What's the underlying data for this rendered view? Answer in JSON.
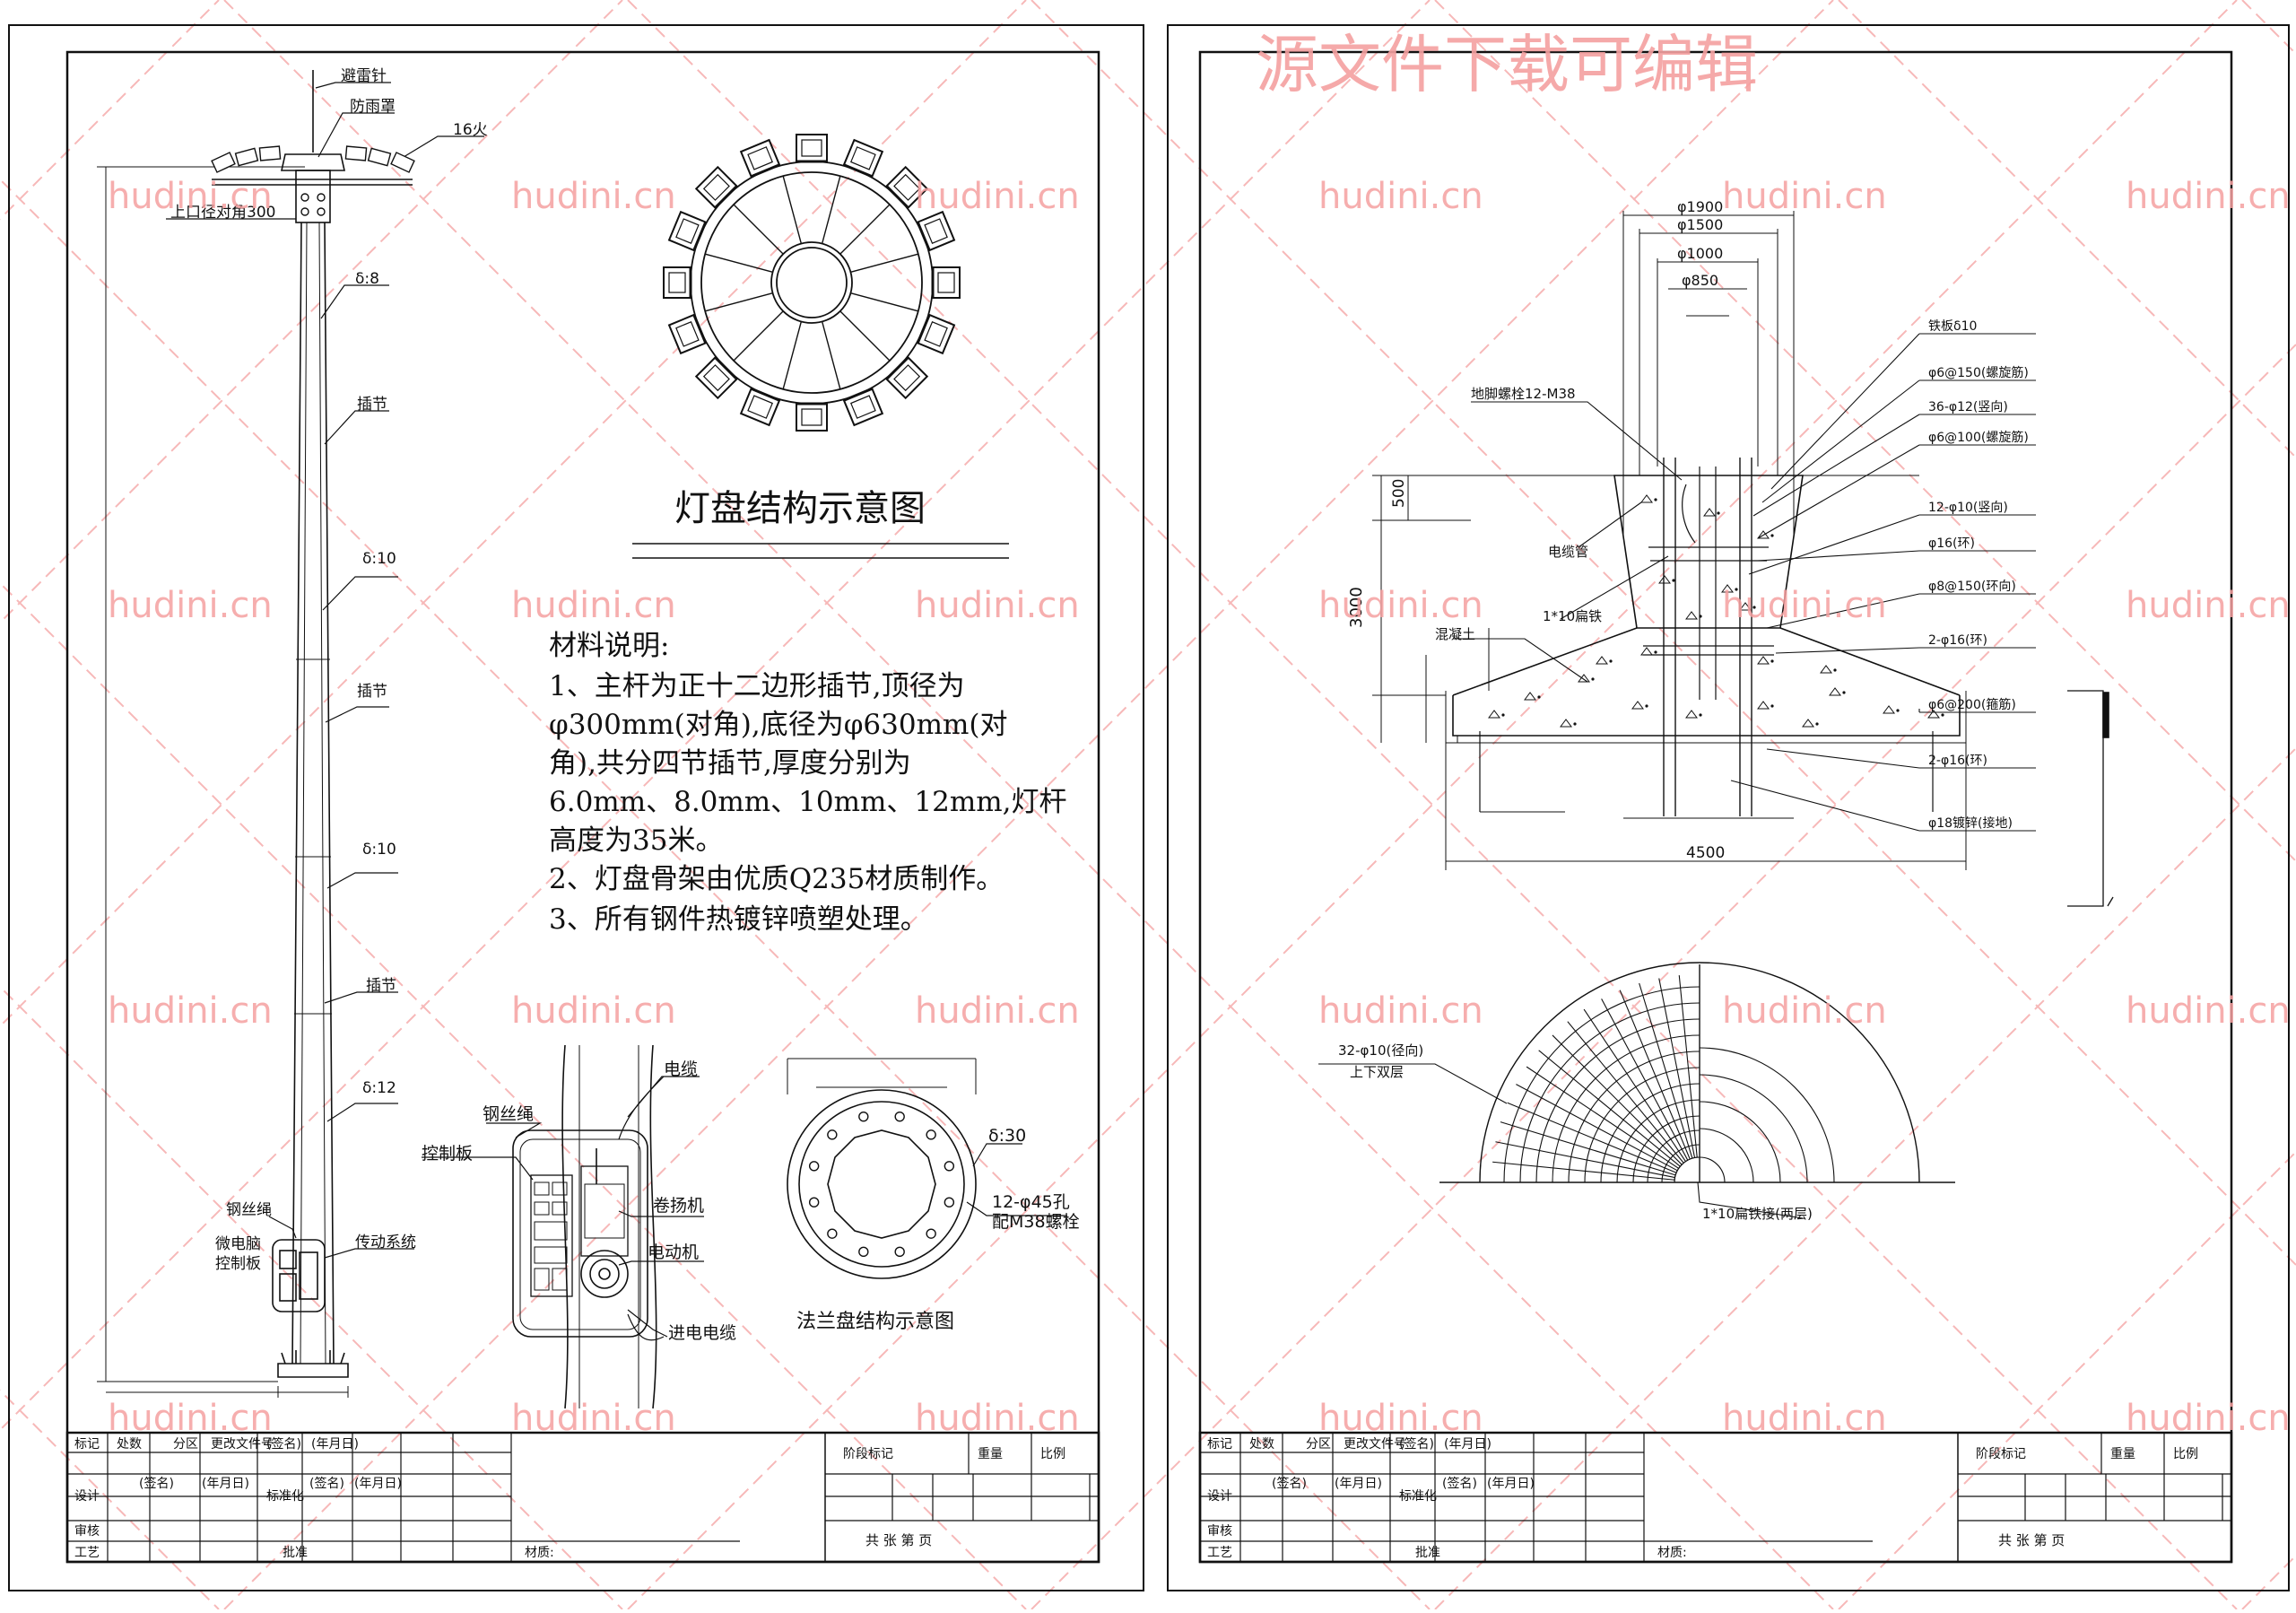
{
  "banner": "源文件下载可编辑",
  "watermark": "hudini.cn",
  "colors": {
    "line": "#111111",
    "watermark": "#f4a0a0",
    "dash": "#f7b8b8"
  },
  "sheet1": {
    "pole_labels": {
      "lightning_rod": "避雷针",
      "rain_cover": "防雨罩",
      "lamps": "16火",
      "top_diameter": "上口径对角300",
      "sec1": "δ:8",
      "joint1": "插节",
      "sec2": "δ:10",
      "joint2": "插节",
      "sec3": "δ:10",
      "joint3": "插节",
      "sec4": "δ:12",
      "wire_rope": "钢丝绳",
      "mcu_line1": "微电脑",
      "mcu_line2": "控制板",
      "drive": "传动系统"
    },
    "lamp_panel_title": "灯盘结构示意图",
    "material_heading": "材料说明:",
    "material_lines": [
      "1、主杆为正十二边形插节,顶径为",
      "φ300mm(对角),底径为φ630mm(对",
      "角),共分四节插节,厚度分别为",
      "6.0mm、8.0mm、10mm、12mm,灯杆",
      "高度为35米。",
      "2、灯盘骨架由优质Q235材质制作。",
      "3、所有钢件热镀锌喷塑处理。"
    ],
    "mech_labels": {
      "cable": "电缆",
      "wire_rope": "钢丝绳",
      "control_board": "控制板",
      "winch": "卷扬机",
      "motor": "电动机",
      "inlet_cable": "进电电缆"
    },
    "flange_labels": {
      "thickness": "δ:30",
      "holes": "12-φ45孔",
      "bolts": "配M38螺栓",
      "title": "法兰盘结构示意图"
    }
  },
  "foundation": {
    "dims": [
      "φ1900",
      "φ1500",
      "φ1000",
      "φ850"
    ],
    "left_labels": [
      "地脚螺栓12-M38",
      "电缆管",
      "1*10扁铁",
      "混凝土"
    ],
    "right_labels": [
      "铁板δ10",
      "φ6@150(螺旋筋)",
      "36-φ12(竖向)",
      "φ6@100(螺旋筋)",
      "12-φ10(竖向)",
      "φ16(环)",
      "φ8@150(环向)",
      "2-φ16(环)",
      "φ6@200(箍筋)",
      "2-φ16(环)",
      "φ18镀锌(接地)"
    ],
    "v_dims": [
      "500",
      "3000"
    ],
    "base_width": "4500",
    "rebar_left_1": "32-φ10(径向)",
    "rebar_left_2": "上下双层",
    "rebar_bottom": "1*10扁铁接(两层)"
  },
  "title_block": {
    "row1": [
      "标记",
      "处数",
      "分区",
      "更改文件号",
      "(签名)",
      "(年月日)"
    ],
    "row2": [
      "设计",
      "(签名)",
      "(年月日)",
      "标准化",
      "(签名)",
      "(年月日)"
    ],
    "row3": [
      "审核"
    ],
    "row4": [
      "工艺",
      "批准"
    ],
    "stage": "阶段标记",
    "weight": "重量",
    "scale": "比例",
    "material": "材质:",
    "pages": "共  张  第  页"
  }
}
